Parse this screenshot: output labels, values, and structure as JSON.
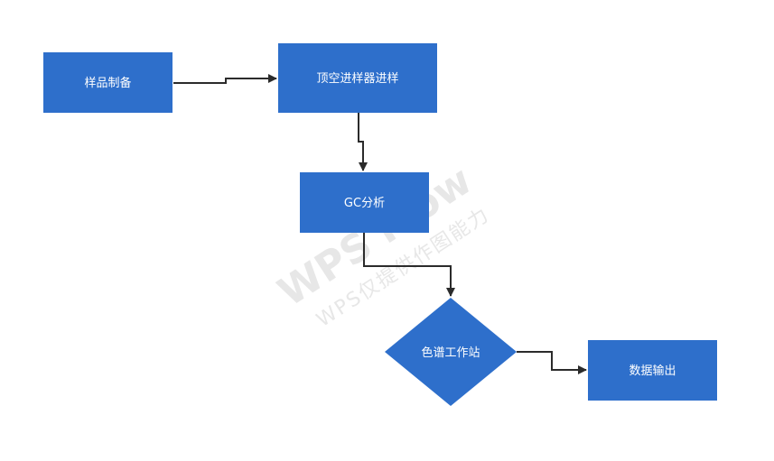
{
  "colors": {
    "node_fill": "#2e6fcb",
    "node_text": "#ffffff",
    "connector": "#2b2b2b",
    "watermark": "#e3e3e3",
    "background": "#ffffff"
  },
  "nodes": {
    "sample_prep": {
      "label": "样品制备",
      "shape": "rectangle"
    },
    "headspace": {
      "label": "顶空进样器进样",
      "shape": "rectangle"
    },
    "gc": {
      "label": "GC分析",
      "shape": "rectangle"
    },
    "workstation": {
      "label": "色谱工作站",
      "shape": "diamond"
    },
    "output": {
      "label": "数据输出",
      "shape": "rectangle"
    }
  },
  "edges": [
    {
      "from": "sample_prep",
      "to": "headspace"
    },
    {
      "from": "headspace",
      "to": "gc"
    },
    {
      "from": "gc",
      "to": "workstation"
    },
    {
      "from": "workstation",
      "to": "output"
    }
  ],
  "watermark": {
    "line1": "WPS Flow",
    "line2": "WPS仅提供作图能力"
  }
}
